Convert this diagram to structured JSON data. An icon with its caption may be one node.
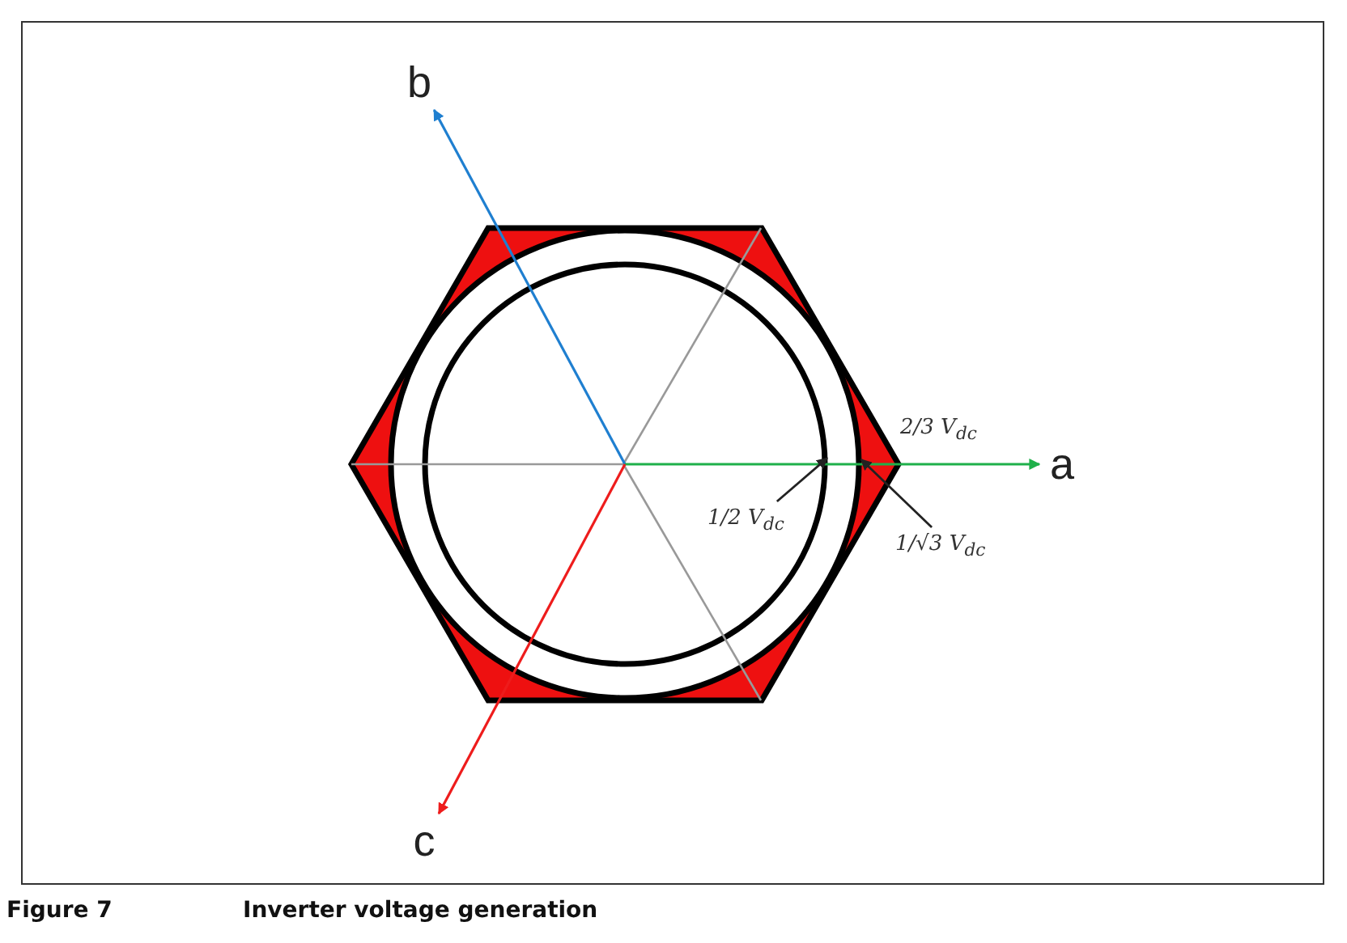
{
  "diagram": {
    "caption": "Inverter voltage generation",
    "nodes": [
      {
        "text": [
          "b"
        ]
      },
      {
        "text": [],
        "shape": "hexagon"
      },
      {
        "text": [],
        "shape": "circle",
        "in": 1
      },
      {
        "text": [],
        "shape": "circle",
        "in": 2
      },
      {
        "text": [
          "a"
        ]
      },
      {
        "text": [
          "1/2 V$_{dc}$"
        ],
        "in": 3
      },
      {
        "text": [
          "1/√3 V$_{dc}$"
        ]
      },
      {
        "text": [
          "c"
        ]
      }
    ],
    "edges": [
      {
        "from": 3,
        "to": 0,
        "arrow": "to",
        "color": "#1f7fd0"
      },
      {
        "from": 3,
        "to": 4,
        "arrow": "to",
        "color": "#1fb04a"
      },
      {
        "from": 3,
        "to": 7,
        "arrow": "to",
        "color": "#ee1c1c"
      },
      {
        "from": 5,
        "to": 3,
        "arrow": "to"
      },
      {
        "from": 6,
        "to": 2,
        "arrow": "to"
      }
    ],
    "labels": [
      "2/3 V$_{dc}$",
      "Figure 7"
    ]
  }
}
